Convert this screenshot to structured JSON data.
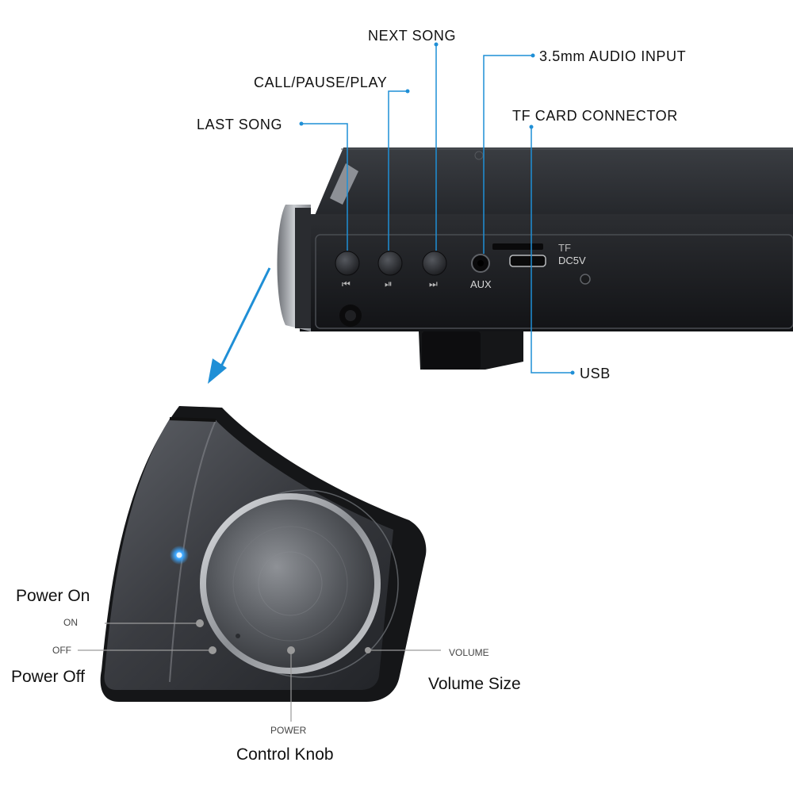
{
  "labels": {
    "next_song": "NEXT SONG",
    "audio_input": "3.5mm AUDIO INPUT",
    "call_pause_play": "CALL/PAUSE/PLAY",
    "tf_card_connector": "TF CARD CONNECTOR",
    "last_song": "LAST SONG",
    "usb": "USB",
    "power_on": "Power On",
    "power_off": "Power Off",
    "on": "ON",
    "off": "OFF",
    "volume": "VOLUME",
    "volume_size": "Volume Size",
    "power": "POWER",
    "control_knob": "Control Knob"
  },
  "device_markings": {
    "prev_glyph": "⏮",
    "play_glyph": "⏯",
    "next_glyph": "⏭",
    "aux": "AUX",
    "tf": "TF",
    "dc5v": "DC5V"
  },
  "colors": {
    "leader_line": "#1f8fd6",
    "arrow": "#1f8fd6",
    "led": "#3aa6ff",
    "callout_gray": "#9a9a9a"
  }
}
